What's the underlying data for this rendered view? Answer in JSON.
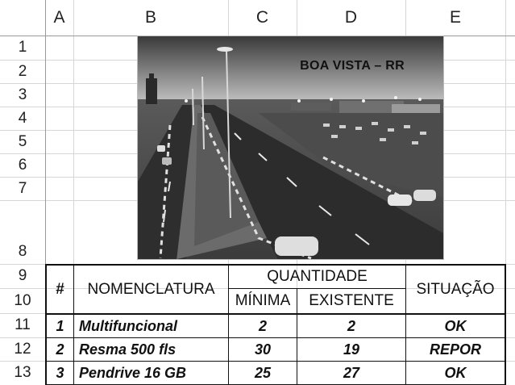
{
  "columns": [
    "A",
    "B",
    "C",
    "D",
    "E"
  ],
  "rows": [
    "1",
    "2",
    "3",
    "4",
    "5",
    "6",
    "7",
    "8",
    "9",
    "10",
    "11",
    "12",
    "13"
  ],
  "image": {
    "title": "BOA VISTA – RR",
    "icon": "city-avenue-photo"
  },
  "table": {
    "headers": {
      "number": "#",
      "name": "NOMENCLATURA",
      "quantity": "QUANTIDADE",
      "minimum": "MÍNIMA",
      "existing": "EXISTENTE",
      "status": "SITUAÇÃO"
    },
    "rows": [
      {
        "number": "1",
        "name": "Multifuncional",
        "minimum": "2",
        "existing": "2",
        "status": "OK"
      },
      {
        "number": "2",
        "name": "Resma 500 fls",
        "minimum": "30",
        "existing": "19",
        "status": "REPOR"
      },
      {
        "number": "3",
        "name": "Pendrive 16 GB",
        "minimum": "25",
        "existing": "27",
        "status": "OK"
      }
    ]
  }
}
